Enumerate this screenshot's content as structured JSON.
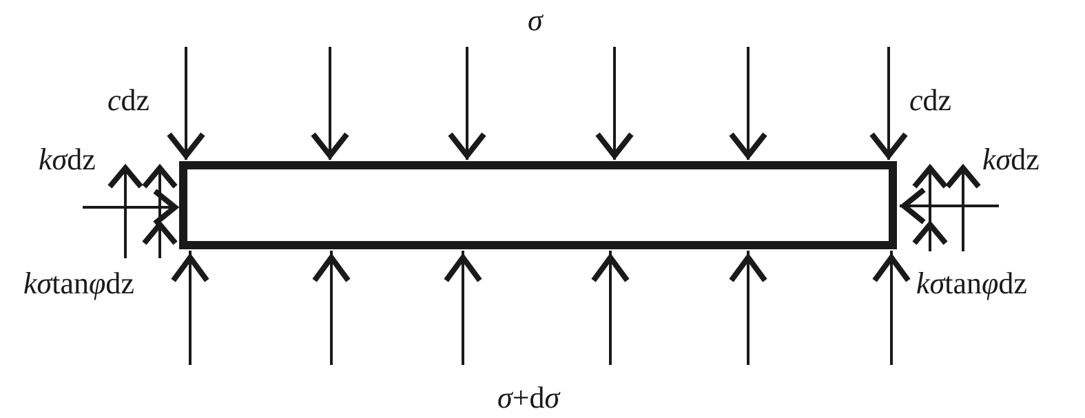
{
  "diagram": {
    "title": "",
    "labels": {
      "top_stress": "σ",
      "bottom_stress_sigma": "σ",
      "bottom_stress_plus_d": "+d",
      "bottom_stress_sigma2": "σ",
      "cohesion_c": "c",
      "cohesion_dz": "dz",
      "lateral_k": "kσ",
      "lateral_dz": "dz",
      "friction_k": "kσ",
      "friction_tan": "tan",
      "friction_phi": "φ",
      "friction_dz": "dz"
    },
    "colors": {
      "ink": "#1a1a1a",
      "background": "#ffffff"
    }
  }
}
